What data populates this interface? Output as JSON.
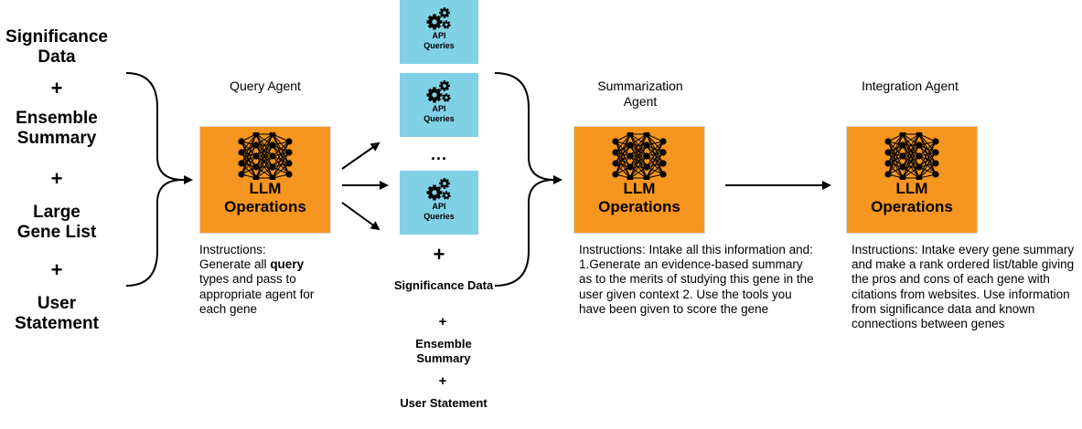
{
  "inputs": {
    "item1": "Significance Data",
    "plus1": "+",
    "item2": "Ensemble Summary",
    "plus2": "+",
    "item3": "Large Gene List",
    "plus3": "+",
    "item4": "User Statement"
  },
  "query_agent": {
    "title": "Query Agent",
    "box_label": "LLM Operations",
    "instructions_heading": "Instructions:",
    "instructions_pre": "Generate all",
    "instructions_bold": "query",
    "instructions_post": "types and pass to appropriate agent for each gene"
  },
  "api_column": {
    "box_label": "API Queries",
    "ellipsis": "...",
    "plus": "+",
    "item1": "Significance Data",
    "item2": "Ensemble Summary",
    "item3": "User Statement"
  },
  "summarization_agent": {
    "title": "Summarization Agent",
    "box_label": "LLM Operations",
    "instructions": "Instructions: Intake all this information and: 1.Generate an evidence-based summary as to the merits of studying this gene in the user given context 2. Use the tools you have been given to score the gene"
  },
  "integration_agent": {
    "title": "Integration Agent",
    "box_label": "LLM Operations",
    "instructions": "Instructions: Intake every gene summary and make a rank ordered list/table giving the pros and cons of each gene with citations from websites. Use information from significance data and known connections between genes"
  },
  "icons": {
    "llm": "neural-network-icon",
    "api": "gears-icon"
  },
  "colors": {
    "llm_box": "#f6951f",
    "api_box": "#80d1e6"
  }
}
